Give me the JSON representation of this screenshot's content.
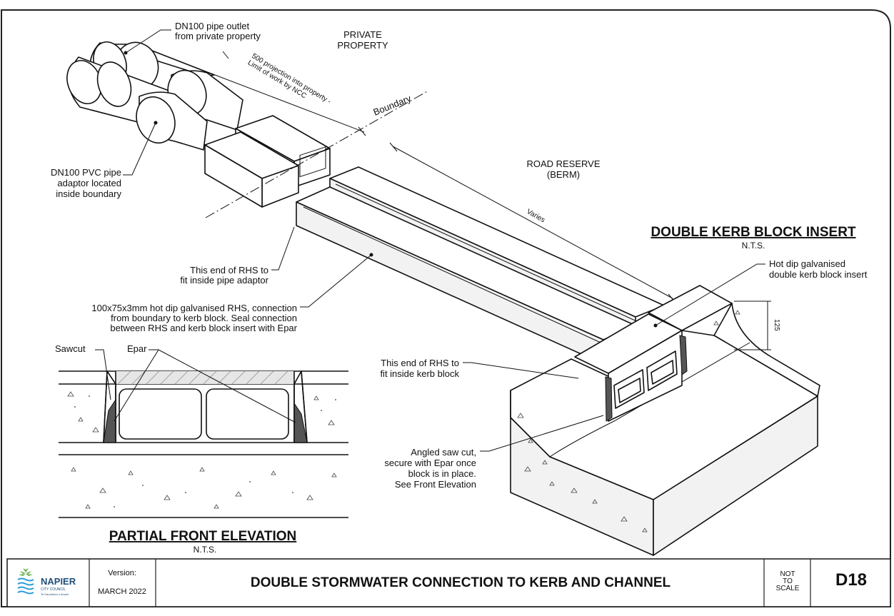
{
  "labels": {
    "pipe_outlet": [
      "DN100 pipe outlet",
      "from private property"
    ],
    "private_property": [
      "PRIVATE",
      "PROPERTY"
    ],
    "projection": [
      "500 projection into property -",
      "Limit of work by NCC"
    ],
    "boundary": "Boundary",
    "pvc_adaptor": [
      "DN100 PVC pipe",
      "adaptor located",
      "inside boundary"
    ],
    "road_reserve": [
      "ROAD RESERVE",
      "(BERM)"
    ],
    "varies": "Varies",
    "rhs_end_adaptor": [
      "This end of RHS to",
      "fit inside pipe adaptor"
    ],
    "rhs_spec": [
      "100x75x3mm hot dip galvanised RHS, connection",
      "from boundary to kerb block. Seal connection",
      "between RHS and kerb block insert with Epar"
    ],
    "kerb_insert": [
      "Hot dip galvanised",
      "double kerb block insert"
    ],
    "dim_125": "125",
    "sawcut": "Sawcut",
    "epar": "Epar",
    "rhs_end_kerb": [
      "This end of RHS to",
      "fit inside kerb block"
    ],
    "angled_saw": [
      "Angled saw cut,",
      "secure with Epar once",
      "block is in place.",
      "See Front Elevation"
    ]
  },
  "views": {
    "kerb_title": "DOUBLE KERB BLOCK INSERT",
    "kerb_scale": "N.T.S.",
    "front_title": "PARTIAL FRONT ELEVATION",
    "front_scale": "N.T.S."
  },
  "title_block": {
    "org_name": "NAPIER",
    "org_sub": "CITY COUNCIL",
    "org_tagline": "Te Kaunihera o Ahuriri",
    "version_label": "Version:",
    "version_value": "MARCH 2022",
    "title": "DOUBLE STORMWATER CONNECTION TO KERB AND CHANNEL",
    "scale_note": [
      "NOT",
      "TO",
      "SCALE"
    ],
    "sheet_no": "D18"
  },
  "colors": {
    "logo_green": "#6ab04c",
    "logo_blue": "#2d9cdb",
    "ink": "#111111"
  }
}
